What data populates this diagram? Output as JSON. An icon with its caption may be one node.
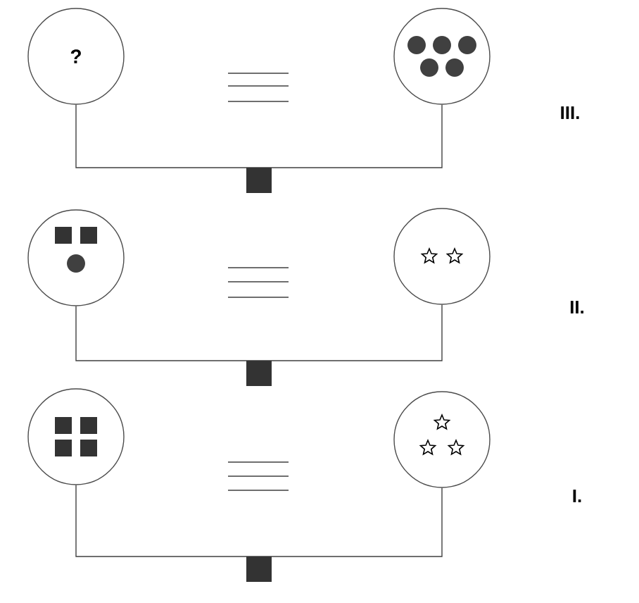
{
  "diagram": {
    "nodes": [
      {
        "text": [
          "?"
        ]
      },
      {
        "text": [],
        "shape": "circle"
      },
      {
        "text": [],
        "shape": "circle"
      },
      {
        "text": [],
        "shape": "circle"
      },
      {
        "text": [],
        "shape": "circle"
      },
      {
        "text": [],
        "shape": "circle"
      }
    ],
    "edges": [
      {
        "from": 0,
        "to": 1,
        "arrow": "none"
      },
      {
        "from": 2,
        "to": 3,
        "arrow": "none"
      },
      {
        "from": 4,
        "to": 5,
        "arrow": "none"
      }
    ],
    "labels": [
      "III.",
      "II.",
      "I."
    ]
  }
}
